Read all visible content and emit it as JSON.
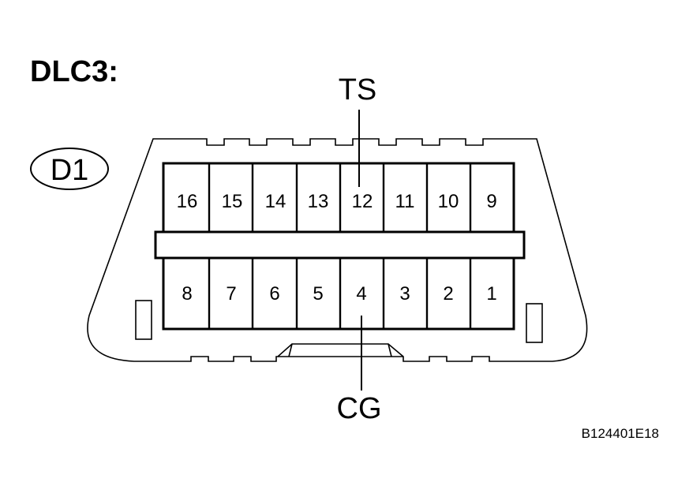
{
  "diagram": {
    "title": "DLC3:",
    "connector_id": "D1",
    "label_top": "TS",
    "label_bottom": "CG",
    "figure_code": "B124401E18",
    "top_row_pins": [
      "16",
      "15",
      "14",
      "13",
      "12",
      "11",
      "10",
      "9"
    ],
    "bottom_row_pins": [
      "8",
      "7",
      "6",
      "5",
      "4",
      "3",
      "2",
      "1"
    ]
  }
}
